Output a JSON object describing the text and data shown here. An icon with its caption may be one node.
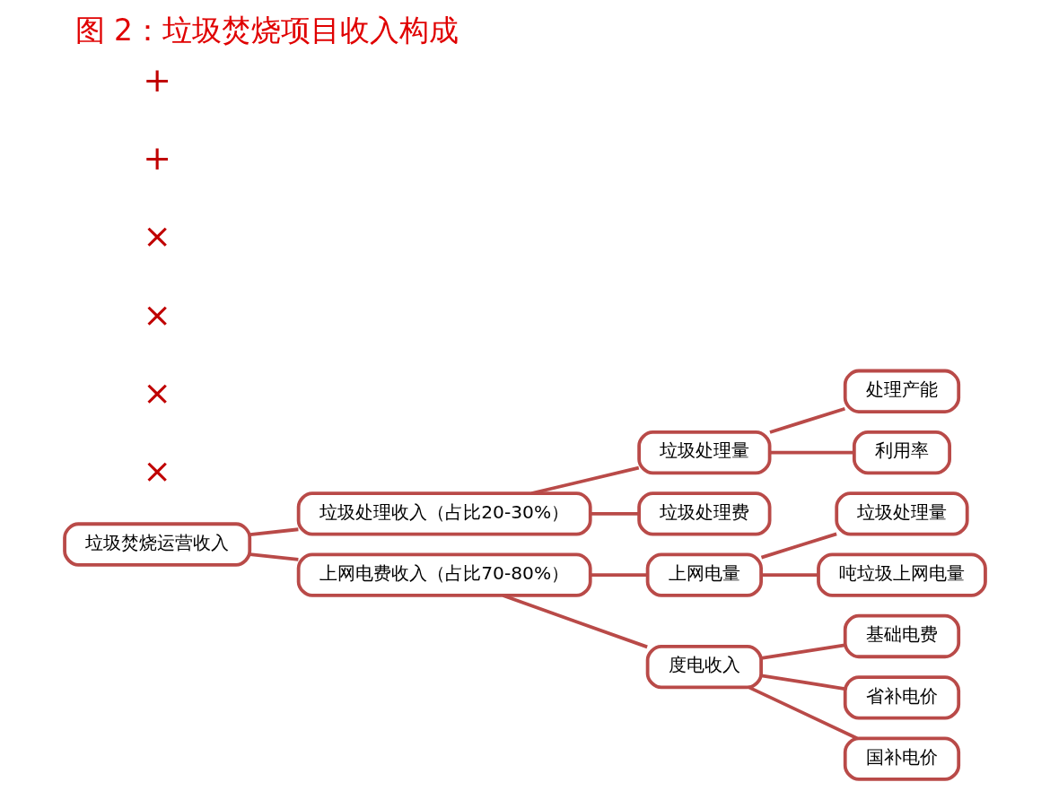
{
  "diagram": {
    "title": "图 2：垃圾焚烧项目收入构成",
    "nodes": [
      {
        "text": [
          "垃圾焚烧运营收入"
        ]
      },
      {
        "text": [
          "垃圾处理收入（占比20-30%）"
        ]
      },
      {
        "text": [
          "垃圾处理量"
        ]
      },
      {
        "text": [
          "垃圾处理费"
        ]
      },
      {
        "text": [
          "处理产能"
        ]
      },
      {
        "text": [
          "利用率"
        ]
      },
      {
        "text": [
          "上网电费收入（占比70-80%）"
        ]
      },
      {
        "text": [
          "上网电量"
        ]
      },
      {
        "text": [
          "度电收入"
        ]
      },
      {
        "text": [
          "垃圾处理量"
        ]
      },
      {
        "text": [
          "吨垃圾上网电量"
        ]
      },
      {
        "text": [
          "基础电费"
        ]
      },
      {
        "text": [
          "省补电价"
        ]
      },
      {
        "text": [
          "国补电价"
        ]
      }
    ],
    "edges": [
      {
        "from": 0,
        "to": 1,
        "arrow": "none"
      },
      {
        "from": 0,
        "to": 6,
        "arrow": "none"
      },
      {
        "from": 1,
        "to": 2,
        "arrow": "none"
      },
      {
        "from": 1,
        "to": 3,
        "arrow": "none"
      },
      {
        "from": 2,
        "to": 4,
        "arrow": "none"
      },
      {
        "from": 2,
        "to": 5,
        "arrow": "none"
      },
      {
        "from": 6,
        "to": 7,
        "arrow": "none"
      },
      {
        "from": 6,
        "to": 8,
        "arrow": "none"
      },
      {
        "from": 7,
        "to": 9,
        "arrow": "none"
      },
      {
        "from": 7,
        "to": 10,
        "arrow": "none"
      },
      {
        "from": 8,
        "to": 11,
        "arrow": "none"
      },
      {
        "from": 8,
        "to": 12,
        "arrow": "none"
      },
      {
        "from": 8,
        "to": 13,
        "arrow": "none"
      }
    ],
    "labels": [
      "×",
      "×",
      "×",
      "×",
      "+",
      "+"
    ]
  }
}
